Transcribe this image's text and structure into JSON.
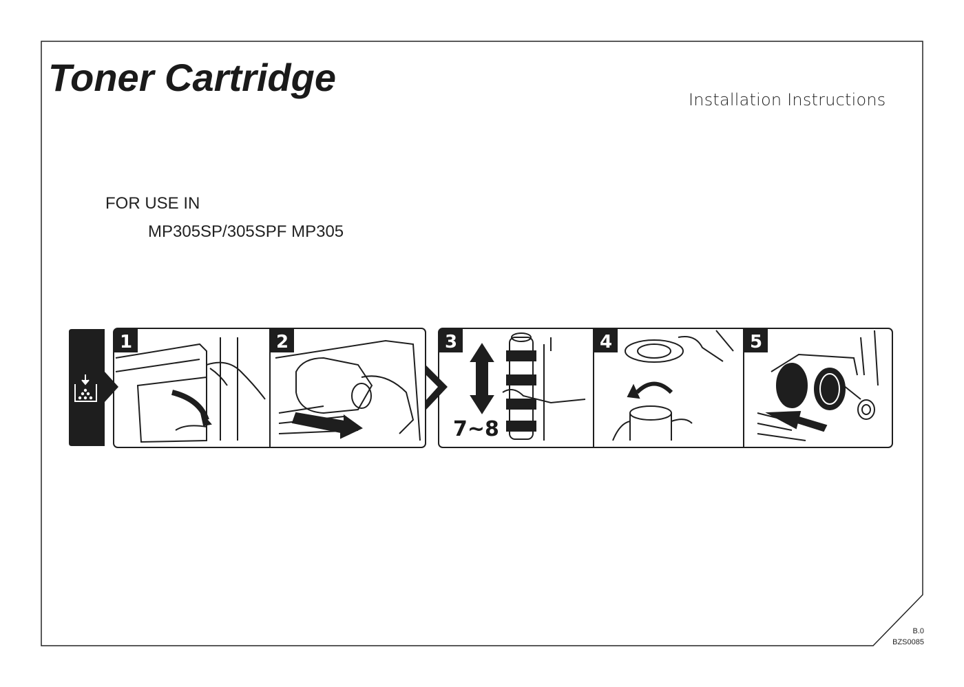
{
  "document": {
    "title": "Toner Cartridge",
    "subtitle": "Installation Instructions",
    "for_use_label": "FOR USE IN",
    "models": "MP305SP/305SPF MP305",
    "revision": "B.0",
    "doc_code": "BZS0085"
  },
  "instructions": {
    "category_icon": "toner-add-icon",
    "steps": [
      {
        "number": "1",
        "illustration": "open-front-cover"
      },
      {
        "number": "2",
        "illustration": "pull-out-old-cartridge"
      },
      {
        "number": "3",
        "illustration": "shake-new-cartridge",
        "annotation": "7~8"
      },
      {
        "number": "4",
        "illustration": "remove-cap"
      },
      {
        "number": "5",
        "illustration": "insert-new-cartridge"
      }
    ]
  }
}
